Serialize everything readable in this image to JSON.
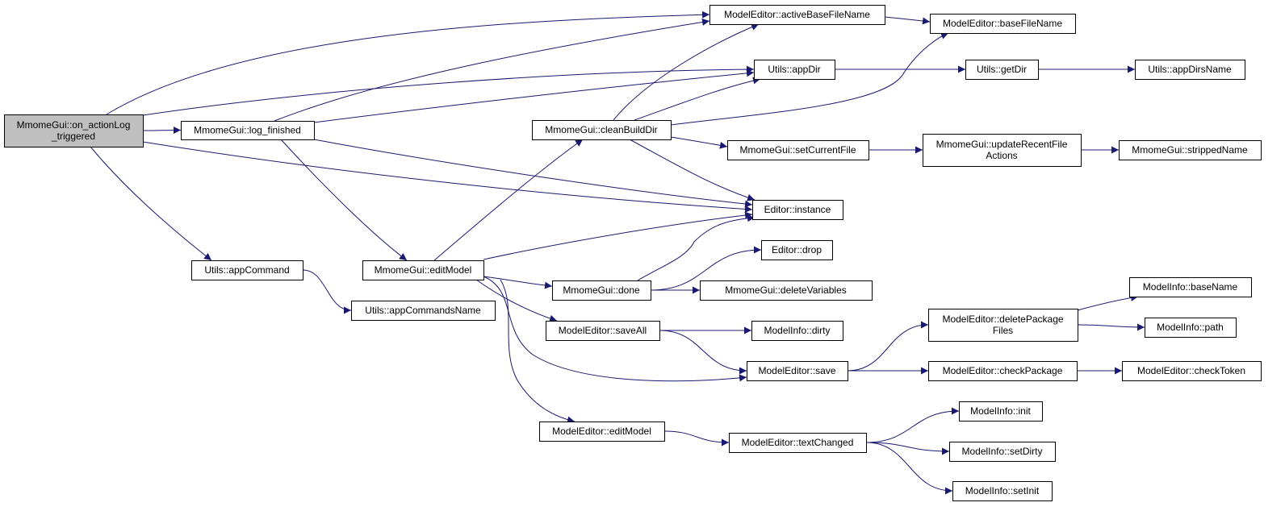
{
  "colors": {
    "edge": "#191970",
    "root_fill": "#bfbfbf",
    "node_fill": "#ffffff",
    "node_border": "#000000"
  },
  "nodes": {
    "root": [
      "MmomeGui::on_actionLog",
      "_triggered"
    ],
    "log_finished": [
      "MmomeGui::log_finished"
    ],
    "appCommand": [
      "Utils::appCommand"
    ],
    "appCommandsName": [
      "Utils::appCommandsName"
    ],
    "editModelGui": [
      "MmomeGui::editModel"
    ],
    "cleanBuildDir": [
      "MmomeGui::cleanBuildDir"
    ],
    "activeBaseFileName": [
      "ModelEditor::activeBaseFileName"
    ],
    "baseFileName": [
      "ModelEditor::baseFileName"
    ],
    "appDir": [
      "Utils::appDir"
    ],
    "getDir": [
      "Utils::getDir"
    ],
    "appDirsName": [
      "Utils::appDirsName"
    ],
    "setCurrentFile": [
      "MmomeGui::setCurrentFile"
    ],
    "updateRecent": [
      "MmomeGui::updateRecentFile",
      "Actions"
    ],
    "strippedName": [
      "MmomeGui::strippedName"
    ],
    "instance": [
      "Editor::instance"
    ],
    "drop": [
      "Editor::drop"
    ],
    "done": [
      "MmomeGui::done"
    ],
    "deleteVariables": [
      "MmomeGui::deleteVariables"
    ],
    "saveAll": [
      "ModelEditor::saveAll"
    ],
    "dirty": [
      "ModelInfo::dirty"
    ],
    "save": [
      "ModelEditor::save"
    ],
    "deletePackage": [
      "ModelEditor::deletePackage",
      "Files"
    ],
    "baseName": [
      "ModelInfo::baseName"
    ],
    "path": [
      "ModelInfo::path"
    ],
    "checkPackage": [
      "ModelEditor::checkPackage"
    ],
    "checkToken": [
      "ModelEditor::checkToken"
    ],
    "editModelEditor": [
      "ModelEditor::editModel"
    ],
    "textChanged": [
      "ModelEditor::textChanged"
    ],
    "init": [
      "ModelInfo::init"
    ],
    "setDirty": [
      "ModelInfo::setDirty"
    ],
    "setInit": [
      "ModelInfo::setInit"
    ]
  },
  "edges": [
    [
      "root",
      "activeBaseFileName"
    ],
    [
      "root",
      "appDir"
    ],
    [
      "root",
      "log_finished"
    ],
    [
      "root",
      "instance"
    ],
    [
      "root",
      "appCommand"
    ],
    [
      "log_finished",
      "activeBaseFileName"
    ],
    [
      "log_finished",
      "appDir"
    ],
    [
      "log_finished",
      "instance"
    ],
    [
      "log_finished",
      "editModelGui"
    ],
    [
      "appCommand",
      "appCommandsName"
    ],
    [
      "editModelGui",
      "cleanBuildDir"
    ],
    [
      "editModelGui",
      "instance"
    ],
    [
      "editModelGui",
      "done"
    ],
    [
      "editModelGui",
      "saveAll"
    ],
    [
      "editModelGui",
      "save"
    ],
    [
      "editModelGui",
      "editModelEditor"
    ],
    [
      "cleanBuildDir",
      "activeBaseFileName"
    ],
    [
      "cleanBuildDir",
      "appDir"
    ],
    [
      "cleanBuildDir",
      "baseFileName"
    ],
    [
      "cleanBuildDir",
      "setCurrentFile"
    ],
    [
      "cleanBuildDir",
      "instance"
    ],
    [
      "activeBaseFileName",
      "baseFileName"
    ],
    [
      "appDir",
      "getDir"
    ],
    [
      "getDir",
      "appDirsName"
    ],
    [
      "setCurrentFile",
      "updateRecent"
    ],
    [
      "updateRecent",
      "strippedName"
    ],
    [
      "done",
      "instance"
    ],
    [
      "done",
      "drop"
    ],
    [
      "done",
      "deleteVariables"
    ],
    [
      "saveAll",
      "dirty"
    ],
    [
      "saveAll",
      "save"
    ],
    [
      "save",
      "deletePackage"
    ],
    [
      "save",
      "checkPackage"
    ],
    [
      "deletePackage",
      "baseName"
    ],
    [
      "deletePackage",
      "path"
    ],
    [
      "checkPackage",
      "checkToken"
    ],
    [
      "editModelEditor",
      "textChanged"
    ],
    [
      "textChanged",
      "init"
    ],
    [
      "textChanged",
      "setDirty"
    ],
    [
      "textChanged",
      "setInit"
    ]
  ]
}
